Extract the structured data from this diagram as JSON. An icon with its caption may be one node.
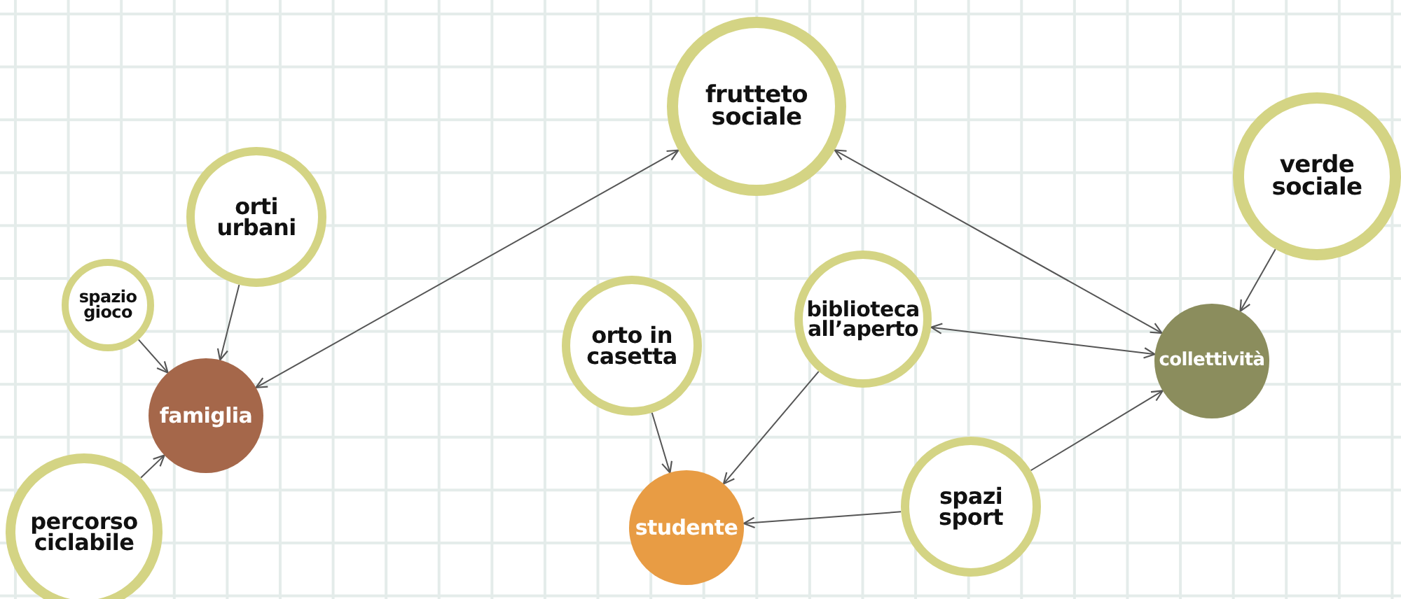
{
  "diagram": {
    "nodes": [
      {
        "text": [
          "frutteto sociale"
        ]
      },
      {
        "text": [
          "verde sociale"
        ]
      },
      {
        "text": [
          "orti urbani"
        ]
      },
      {
        "text": [
          "spazio gioco"
        ]
      },
      {
        "text": [
          "biblioteca all’aperto"
        ]
      },
      {
        "text": [
          "orto in casetta"
        ]
      },
      {
        "text": [
          "collettività"
        ]
      },
      {
        "text": [
          "famiglia"
        ]
      },
      {
        "text": [
          "percorso ciclabile"
        ]
      },
      {
        "text": [
          "spazi sport"
        ]
      },
      {
        "text": [
          "studente"
        ]
      }
    ],
    "edges": [
      {
        "from": 7,
        "to": 0,
        "arrow": "both"
      },
      {
        "from": 2,
        "to": 7,
        "arrow": "to"
      },
      {
        "from": 3,
        "to": 7,
        "arrow": "to"
      },
      {
        "from": 8,
        "to": 7,
        "arrow": "to"
      },
      {
        "from": 0,
        "to": 6,
        "arrow": "both"
      },
      {
        "from": 1,
        "to": 6,
        "arrow": "to"
      },
      {
        "from": 4,
        "to": 6,
        "arrow": "both"
      },
      {
        "from": 9,
        "to": 6,
        "arrow": "to"
      },
      {
        "from": 9,
        "to": 10,
        "arrow": "to"
      },
      {
        "from": 4,
        "to": 10,
        "arrow": "to"
      },
      {
        "from": 5,
        "to": 10,
        "arrow": "to"
      }
    ]
  }
}
